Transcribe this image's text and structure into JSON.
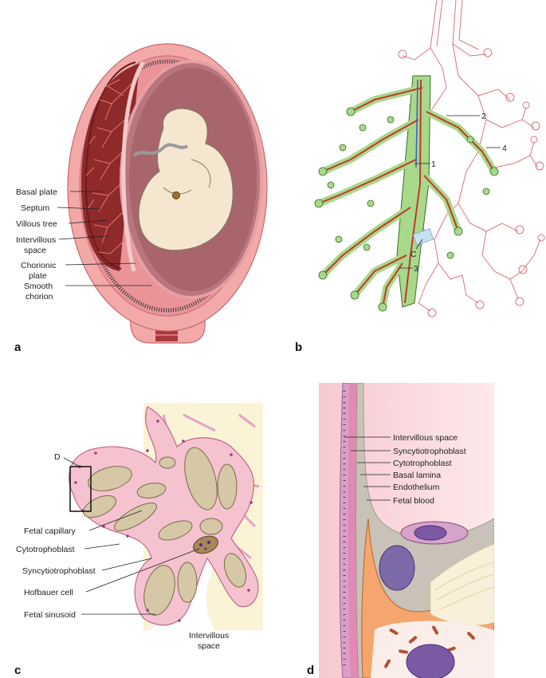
{
  "panel_a": {
    "letter": "a",
    "labels": {
      "basal_plate": "Basal plate",
      "septum": "Septum",
      "villous_tree": "Villous tree",
      "intervillous_1": "Intervillous",
      "intervillous_2": "space",
      "chorionic_1": "Chorionic",
      "chorionic_2": "plate",
      "smooth_1": "Smooth",
      "smooth_2": "chorion"
    }
  },
  "panel_b": {
    "letter": "b",
    "markers": {
      "m1": "1",
      "m2": "2",
      "m3": "3",
      "m4": "4",
      "mc": "C"
    }
  },
  "panel_c": {
    "letter": "c",
    "box_marker": "D",
    "labels": {
      "fetal_capillary": "Fetal capillary",
      "cytotrophoblast": "Cytotrophoblast",
      "syncytiotrophoblast": "Syncytiotrophoblast",
      "hofbauer": "Hofbauer cell",
      "fetal_sinusoid": "Fetal sinusoid",
      "intervillous_1": "Intervillous",
      "intervillous_2": "space"
    }
  },
  "panel_d": {
    "letter": "d",
    "labels": {
      "intervillous_space": "Intervillous space",
      "syncytiotrophoblast": "Syncytiotrophoblast",
      "cytotrophoblast": "Cytotrophoblast",
      "basal_lamina": "Basal lamina",
      "endothelium": "Endothelium",
      "fetal_blood": "Fetal blood"
    }
  },
  "colors": {
    "uterus": "#f2a9a8",
    "myometrium": "#e88b8e",
    "placenta": "#8e2a2a",
    "amnion": "#b9767c",
    "fetus": "#f5e6d0",
    "villus_green": "#a8d88a",
    "vessel_red": "#c0392b",
    "stroma_tan": "#d6c7a6",
    "syncytio_pink": "#e7a3c6",
    "background_pink": "#fbe3e6"
  }
}
